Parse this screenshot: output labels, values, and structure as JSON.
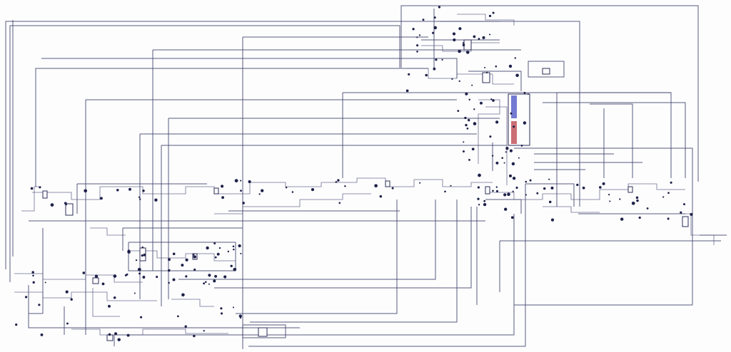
{
  "diagram": {
    "kind": "schematic-netlist",
    "colors": {
      "background": "#fdfdfe",
      "wire": "#3b3f66",
      "component": "#1e2148",
      "bus_highlight_blue": "#5b63c9",
      "bus_highlight_red": "#c2565c"
    },
    "icons": [
      "component-symbol",
      "junction-dot",
      "bus-bar"
    ]
  }
}
